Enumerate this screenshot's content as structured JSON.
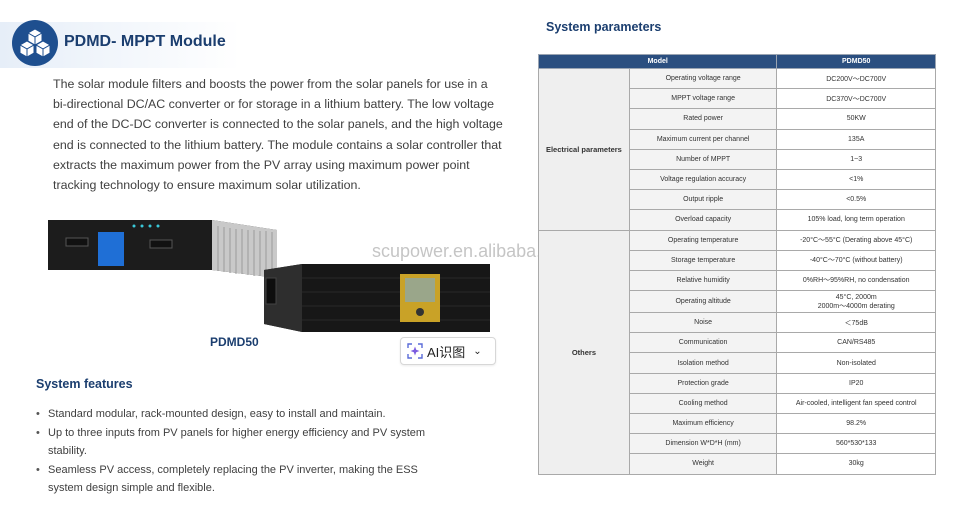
{
  "header": {
    "title": "PDMD- MPPT Module"
  },
  "intro": {
    "text": "The solar module filters and boosts the power from the solar panels for use in a bi-directional DC/AC converter or for storage in a lithium battery. The low voltage end of the DC-DC converter is connected to the solar panels, and the high voltage end is connected to the lithium battery. The module contains a solar controller that extracts the maximum power from the PV array using maximum power point tracking technology to ensure maximum solar utilization."
  },
  "product": {
    "name": "PDMD50"
  },
  "watermark": "scupower.en.alibaba.com",
  "ai_button": {
    "label": "AI识图",
    "icon": "sparkle-scan-icon",
    "chevron": "chevron-down-icon"
  },
  "features": {
    "title": "System features",
    "items": [
      "Standard modular, rack-mounted design, easy to install and maintain.",
      "Up to three inputs from PV panels for higher energy efficiency and PV system stability.",
      "Seamless PV access, completely replacing the PV inverter, making the ESS system design simple and flexible."
    ]
  },
  "params": {
    "title": "System parameters",
    "columns": [
      "Model",
      "PDMD50"
    ],
    "groups": [
      {
        "label": "Electrical parameters",
        "rows": [
          {
            "name": "Operating voltage range",
            "value": "DC200V～DC700V"
          },
          {
            "name": "MPPT voltage range",
            "value": "DC370V～DC700V"
          },
          {
            "name": "Rated power",
            "value": "50KW"
          },
          {
            "name": "Maximum current per channel",
            "value": "135A"
          },
          {
            "name": "Number of MPPT",
            "value": "1~3"
          },
          {
            "name": "Voltage regulation accuracy",
            "value": "<1%"
          },
          {
            "name": "Output ripple",
            "value": "<0.5%"
          },
          {
            "name": "Overload capacity",
            "value": "105% load, long term operation"
          }
        ]
      },
      {
        "label": "Others",
        "rows": [
          {
            "name": "Operating temperature",
            "value": "-20°C～55°C (Derating above 45°C)"
          },
          {
            "name": "Storage temperature",
            "value": "-40°C～70°C (without battery)"
          },
          {
            "name": "Relative humidity",
            "value": "0%RH～95%RH, no condensation"
          },
          {
            "name": "Operating altitude",
            "value": "45°C, 2000m\n2000m～4000m derating"
          },
          {
            "name": "Noise",
            "value": "＜75dB"
          },
          {
            "name": "Communication",
            "value": "CAN/RS485"
          },
          {
            "name": "Isolation method",
            "value": "Non-isolated"
          },
          {
            "name": "Protection grade",
            "value": "IP20"
          },
          {
            "name": "Cooling method",
            "value": "Air-cooled, intelligent fan speed control"
          },
          {
            "name": "Maximum efficiency",
            "value": "98.2%"
          },
          {
            "name": "Dimension W*D*H (mm)",
            "value": "560*530*133"
          },
          {
            "name": "Weight",
            "value": "30kg"
          }
        ]
      }
    ]
  }
}
